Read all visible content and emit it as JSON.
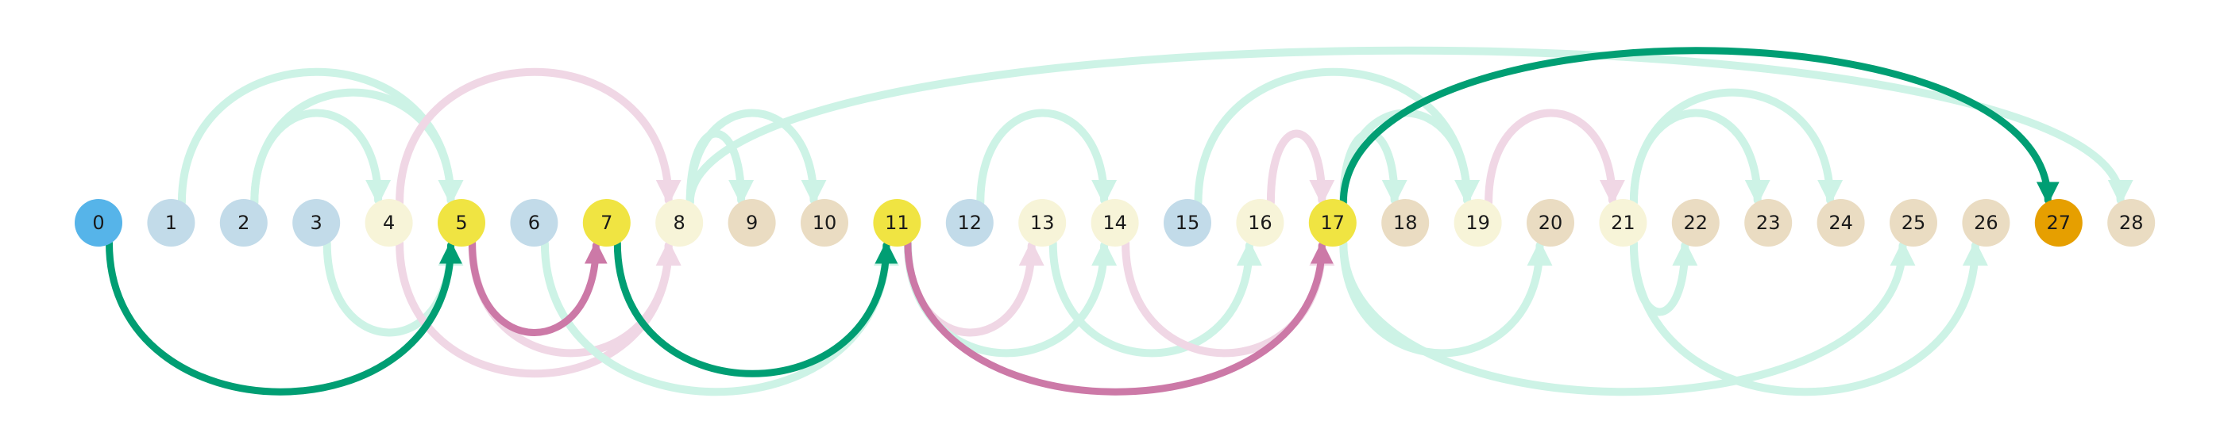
{
  "nodes": [
    {
      "label": "0",
      "color": "#56b4e9"
    },
    {
      "label": "1",
      "color": "#c2dbe9"
    },
    {
      "label": "2",
      "color": "#c2dbe9"
    },
    {
      "label": "3",
      "color": "#c2dbe9"
    },
    {
      "label": "4",
      "color": "#f7f4d8"
    },
    {
      "label": "5",
      "color": "#f0e442"
    },
    {
      "label": "6",
      "color": "#c2dbe9"
    },
    {
      "label": "7",
      "color": "#f0e442"
    },
    {
      "label": "8",
      "color": "#f7f4d8"
    },
    {
      "label": "9",
      "color": "#eadcc2"
    },
    {
      "label": "10",
      "color": "#eadcc2"
    },
    {
      "label": "11",
      "color": "#f0e442"
    },
    {
      "label": "12",
      "color": "#c2dbe9"
    },
    {
      "label": "13",
      "color": "#f7f4d8"
    },
    {
      "label": "14",
      "color": "#f7f4d8"
    },
    {
      "label": "15",
      "color": "#c2dbe9"
    },
    {
      "label": "16",
      "color": "#f7f4d8"
    },
    {
      "label": "17",
      "color": "#f0e442"
    },
    {
      "label": "18",
      "color": "#eadcc2"
    },
    {
      "label": "19",
      "color": "#f7f4d8"
    },
    {
      "label": "20",
      "color": "#eadcc2"
    },
    {
      "label": "21",
      "color": "#f7f4d8"
    },
    {
      "label": "22",
      "color": "#eadcc2"
    },
    {
      "label": "23",
      "color": "#eadcc2"
    },
    {
      "label": "24",
      "color": "#eadcc2"
    },
    {
      "label": "25",
      "color": "#eadcc2"
    },
    {
      "label": "26",
      "color": "#eadcc2"
    },
    {
      "label": "27",
      "color": "#e69f00"
    },
    {
      "label": "28",
      "color": "#eadcc2"
    }
  ],
  "edge_colors": {
    "green_strong": "#009e73",
    "green_faint": "#cdf3e6",
    "pink_strong": "#cc79a7",
    "pink_faint": "#f0d7e5"
  },
  "edges": [
    {
      "from": 1,
      "to": 5,
      "color": "green_faint",
      "side": "above"
    },
    {
      "from": 2,
      "to": 4,
      "color": "green_faint",
      "side": "above"
    },
    {
      "from": 2,
      "to": 5,
      "color": "green_faint",
      "side": "above"
    },
    {
      "from": 4,
      "to": 8,
      "color": "pink_faint",
      "side": "above"
    },
    {
      "from": 8,
      "to": 9,
      "color": "green_faint",
      "side": "above"
    },
    {
      "from": 8,
      "to": 10,
      "color": "green_faint",
      "side": "above"
    },
    {
      "from": 8,
      "to": 28,
      "color": "green_faint",
      "side": "above"
    },
    {
      "from": 12,
      "to": 14,
      "color": "green_faint",
      "side": "above"
    },
    {
      "from": 15,
      "to": 19,
      "color": "green_faint",
      "side": "above"
    },
    {
      "from": 16,
      "to": 17,
      "color": "pink_faint",
      "side": "above"
    },
    {
      "from": 17,
      "to": 18,
      "color": "green_faint",
      "side": "above"
    },
    {
      "from": 17,
      "to": 19,
      "color": "green_faint",
      "side": "above"
    },
    {
      "from": 19,
      "to": 21,
      "color": "pink_faint",
      "side": "above"
    },
    {
      "from": 21,
      "to": 23,
      "color": "green_faint",
      "side": "above"
    },
    {
      "from": 21,
      "to": 24,
      "color": "green_faint",
      "side": "above"
    },
    {
      "from": 3,
      "to": 5,
      "color": "green_faint",
      "side": "below"
    },
    {
      "from": 4,
      "to": 8,
      "color": "pink_faint",
      "side": "below"
    },
    {
      "from": 5,
      "to": 8,
      "color": "pink_faint",
      "side": "below"
    },
    {
      "from": 6,
      "to": 11,
      "color": "green_faint",
      "side": "below"
    },
    {
      "from": 11,
      "to": 13,
      "color": "pink_faint",
      "side": "below"
    },
    {
      "from": 11,
      "to": 14,
      "color": "green_faint",
      "side": "below"
    },
    {
      "from": 13,
      "to": 16,
      "color": "green_faint",
      "side": "below"
    },
    {
      "from": 14,
      "to": 17,
      "color": "pink_faint",
      "side": "below"
    },
    {
      "from": 17,
      "to": 20,
      "color": "green_faint",
      "side": "below"
    },
    {
      "from": 17,
      "to": 25,
      "color": "green_faint",
      "side": "below"
    },
    {
      "from": 21,
      "to": 22,
      "color": "green_faint",
      "side": "below"
    },
    {
      "from": 21,
      "to": 26,
      "color": "green_faint",
      "side": "below"
    },
    {
      "from": 0,
      "to": 5,
      "color": "green_strong",
      "side": "below"
    },
    {
      "from": 5,
      "to": 7,
      "color": "pink_strong",
      "side": "below"
    },
    {
      "from": 7,
      "to": 11,
      "color": "green_strong",
      "side": "below"
    },
    {
      "from": 11,
      "to": 17,
      "color": "pink_strong",
      "side": "below"
    },
    {
      "from": 17,
      "to": 27,
      "color": "green_strong",
      "side": "above"
    }
  ]
}
